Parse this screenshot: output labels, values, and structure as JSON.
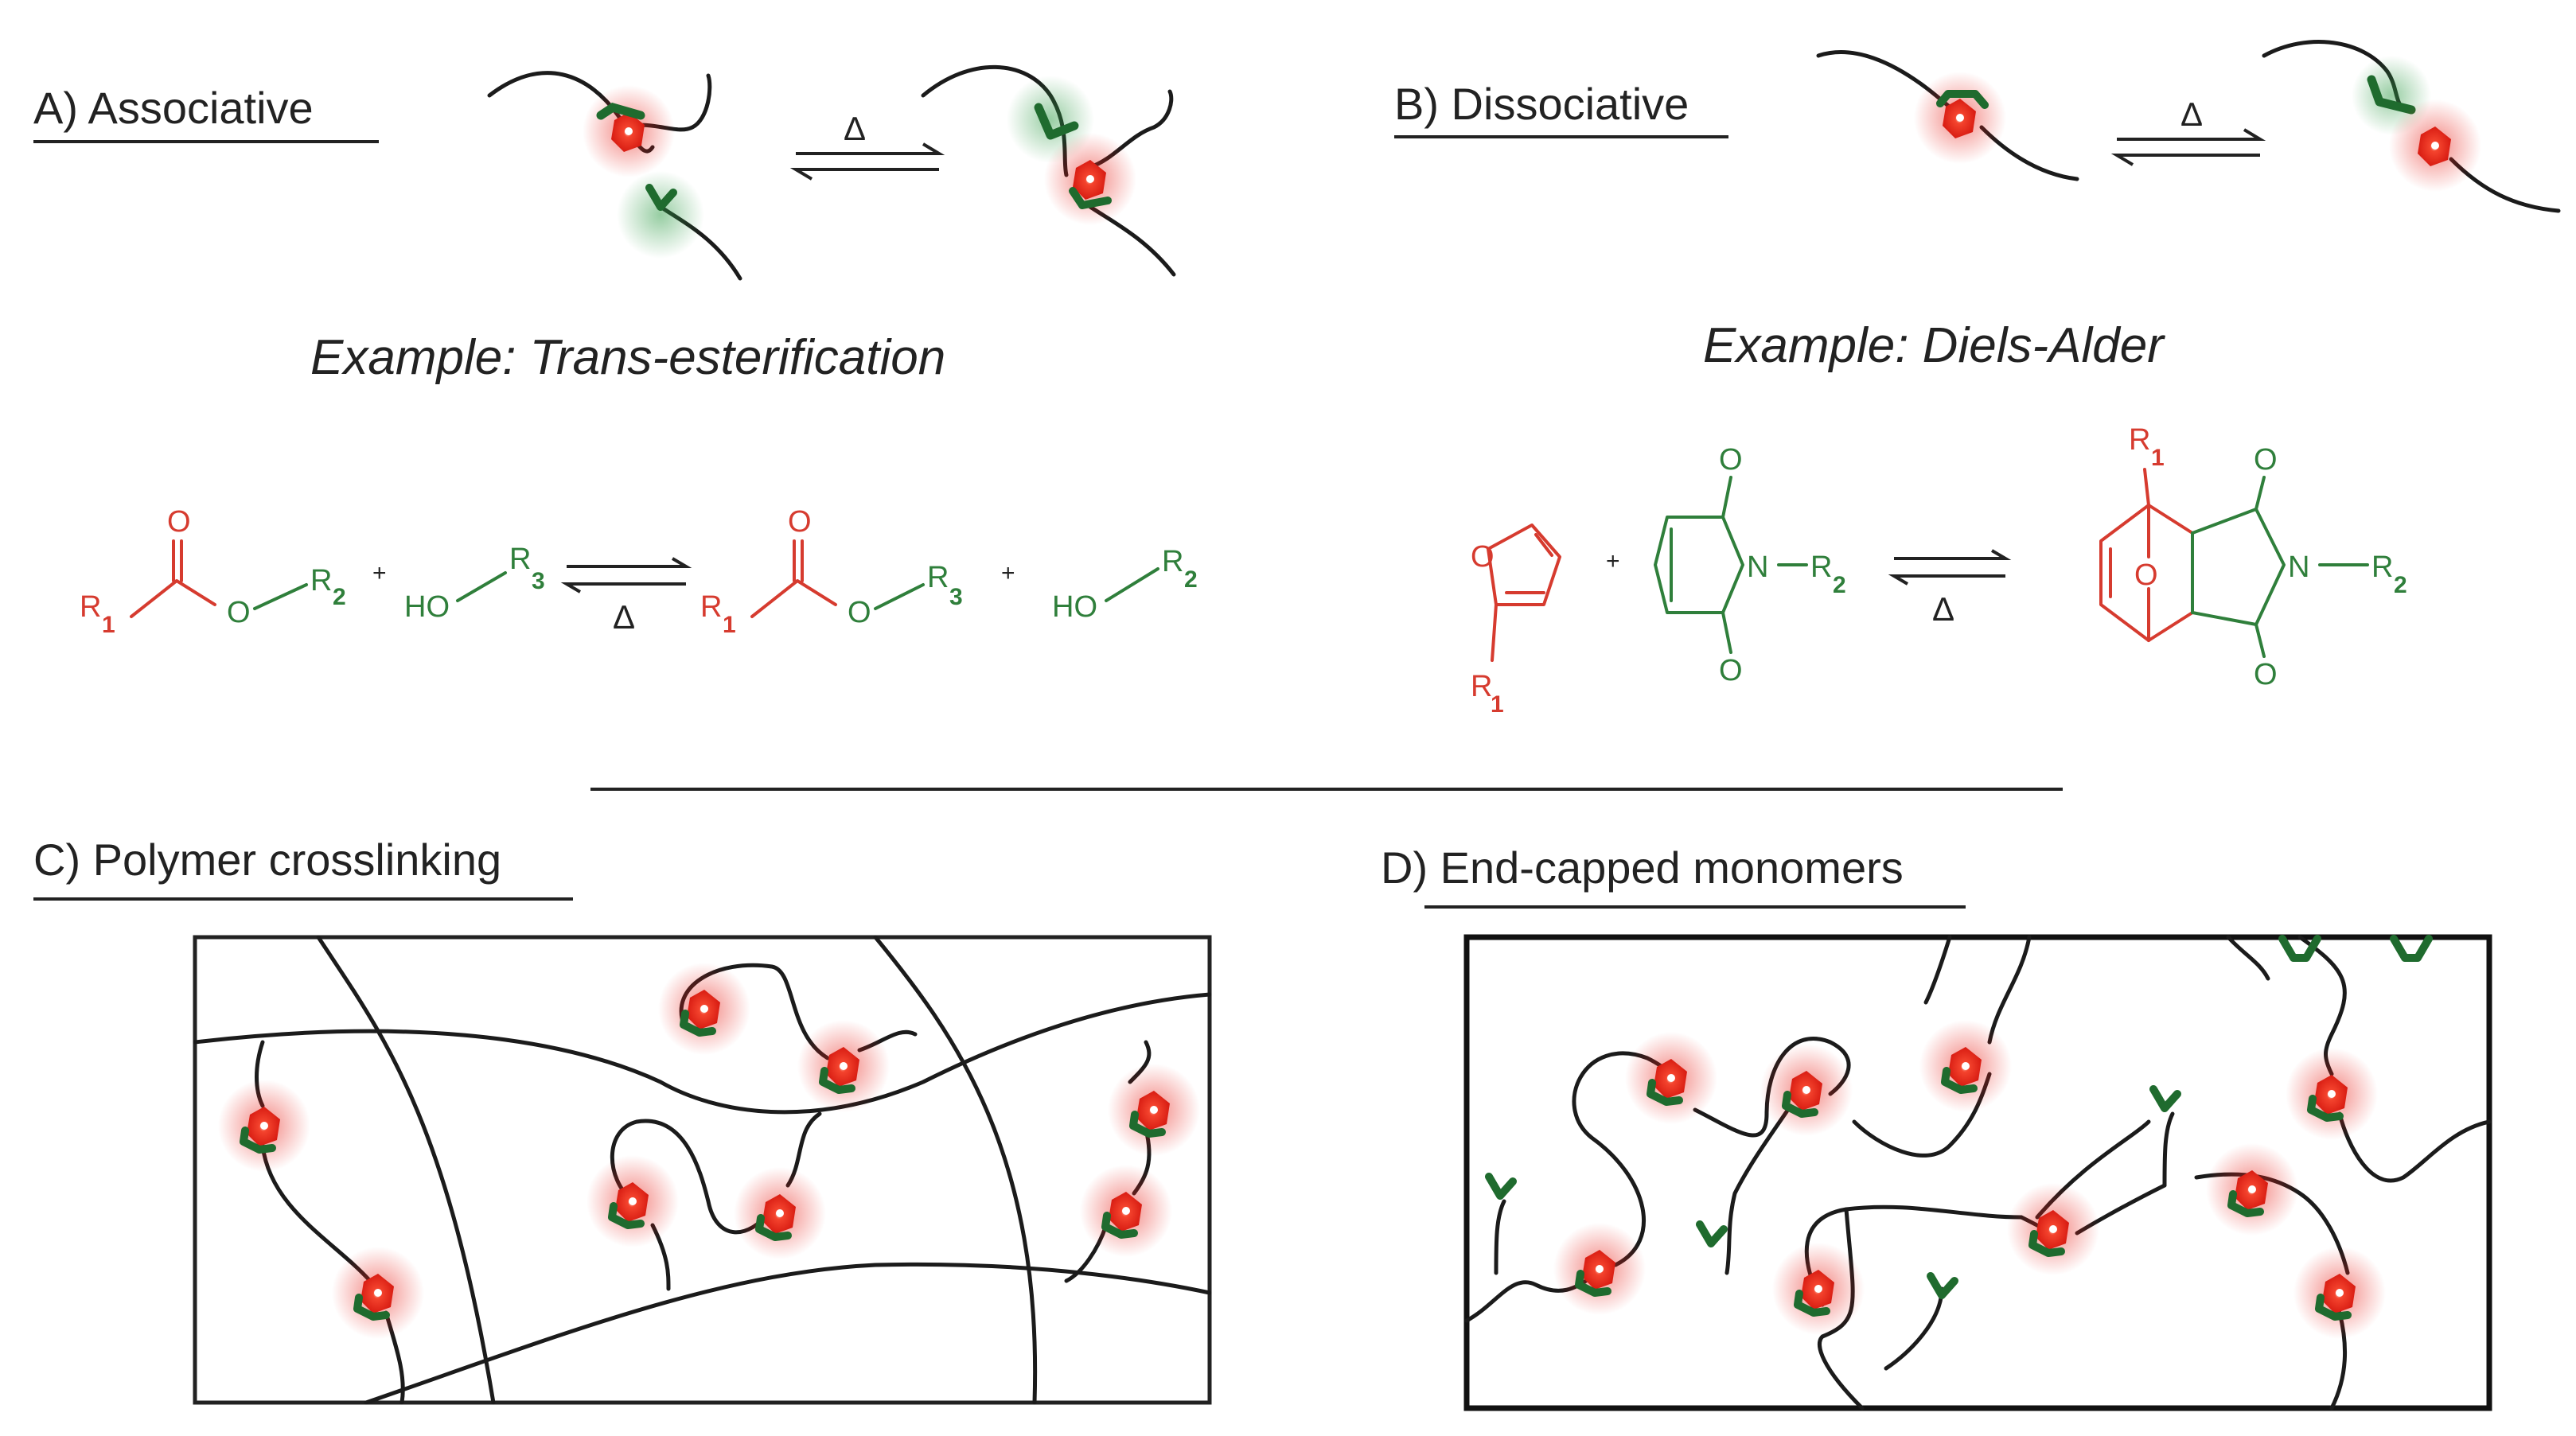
{
  "panels": {
    "a": {
      "label": "A)  Associative",
      "example": "Example: Trans-esterification"
    },
    "b": {
      "label": "B) Dissociative",
      "example": "Example: Diels-Alder"
    },
    "c": {
      "label": "C) Polymer crosslinking"
    },
    "d": {
      "label": "D) End-capped monomers"
    }
  },
  "reaction_symbols": {
    "heat": "Δ",
    "plus": "+"
  },
  "transesterification": {
    "ester_left": {
      "r1": "R",
      "r1_sub": "1",
      "carbonyl_o": "O",
      "ether_o": "O",
      "r2": "R",
      "r2_sub": "2"
    },
    "alcohol_left": {
      "ho": "HO",
      "r3": "R",
      "r3_sub": "3"
    },
    "ester_right": {
      "r1": "R",
      "r1_sub": "1",
      "carbonyl_o": "O",
      "ether_o": "O",
      "r3": "R",
      "r3_sub": "3"
    },
    "alcohol_right": {
      "ho": "HO",
      "r2": "R",
      "r2_sub": "2"
    }
  },
  "diels_alder": {
    "furan": {
      "o": "O",
      "r1": "R",
      "r1_sub": "1"
    },
    "maleimide": {
      "o_top": "O",
      "o_bottom": "O",
      "n": "N",
      "r2": "R",
      "r2_sub": "2"
    },
    "adduct": {
      "r1": "R",
      "r1_sub": "1",
      "o_bridge": "O",
      "o_top": "O",
      "o_bottom": "O",
      "n": "N",
      "r2": "R",
      "r2_sub": "2"
    }
  },
  "colors": {
    "red_unit": "#e8221a",
    "green_unit": "#1f6b2e",
    "chem_red": "#d63b2f",
    "chem_green": "#2f7f3b"
  }
}
